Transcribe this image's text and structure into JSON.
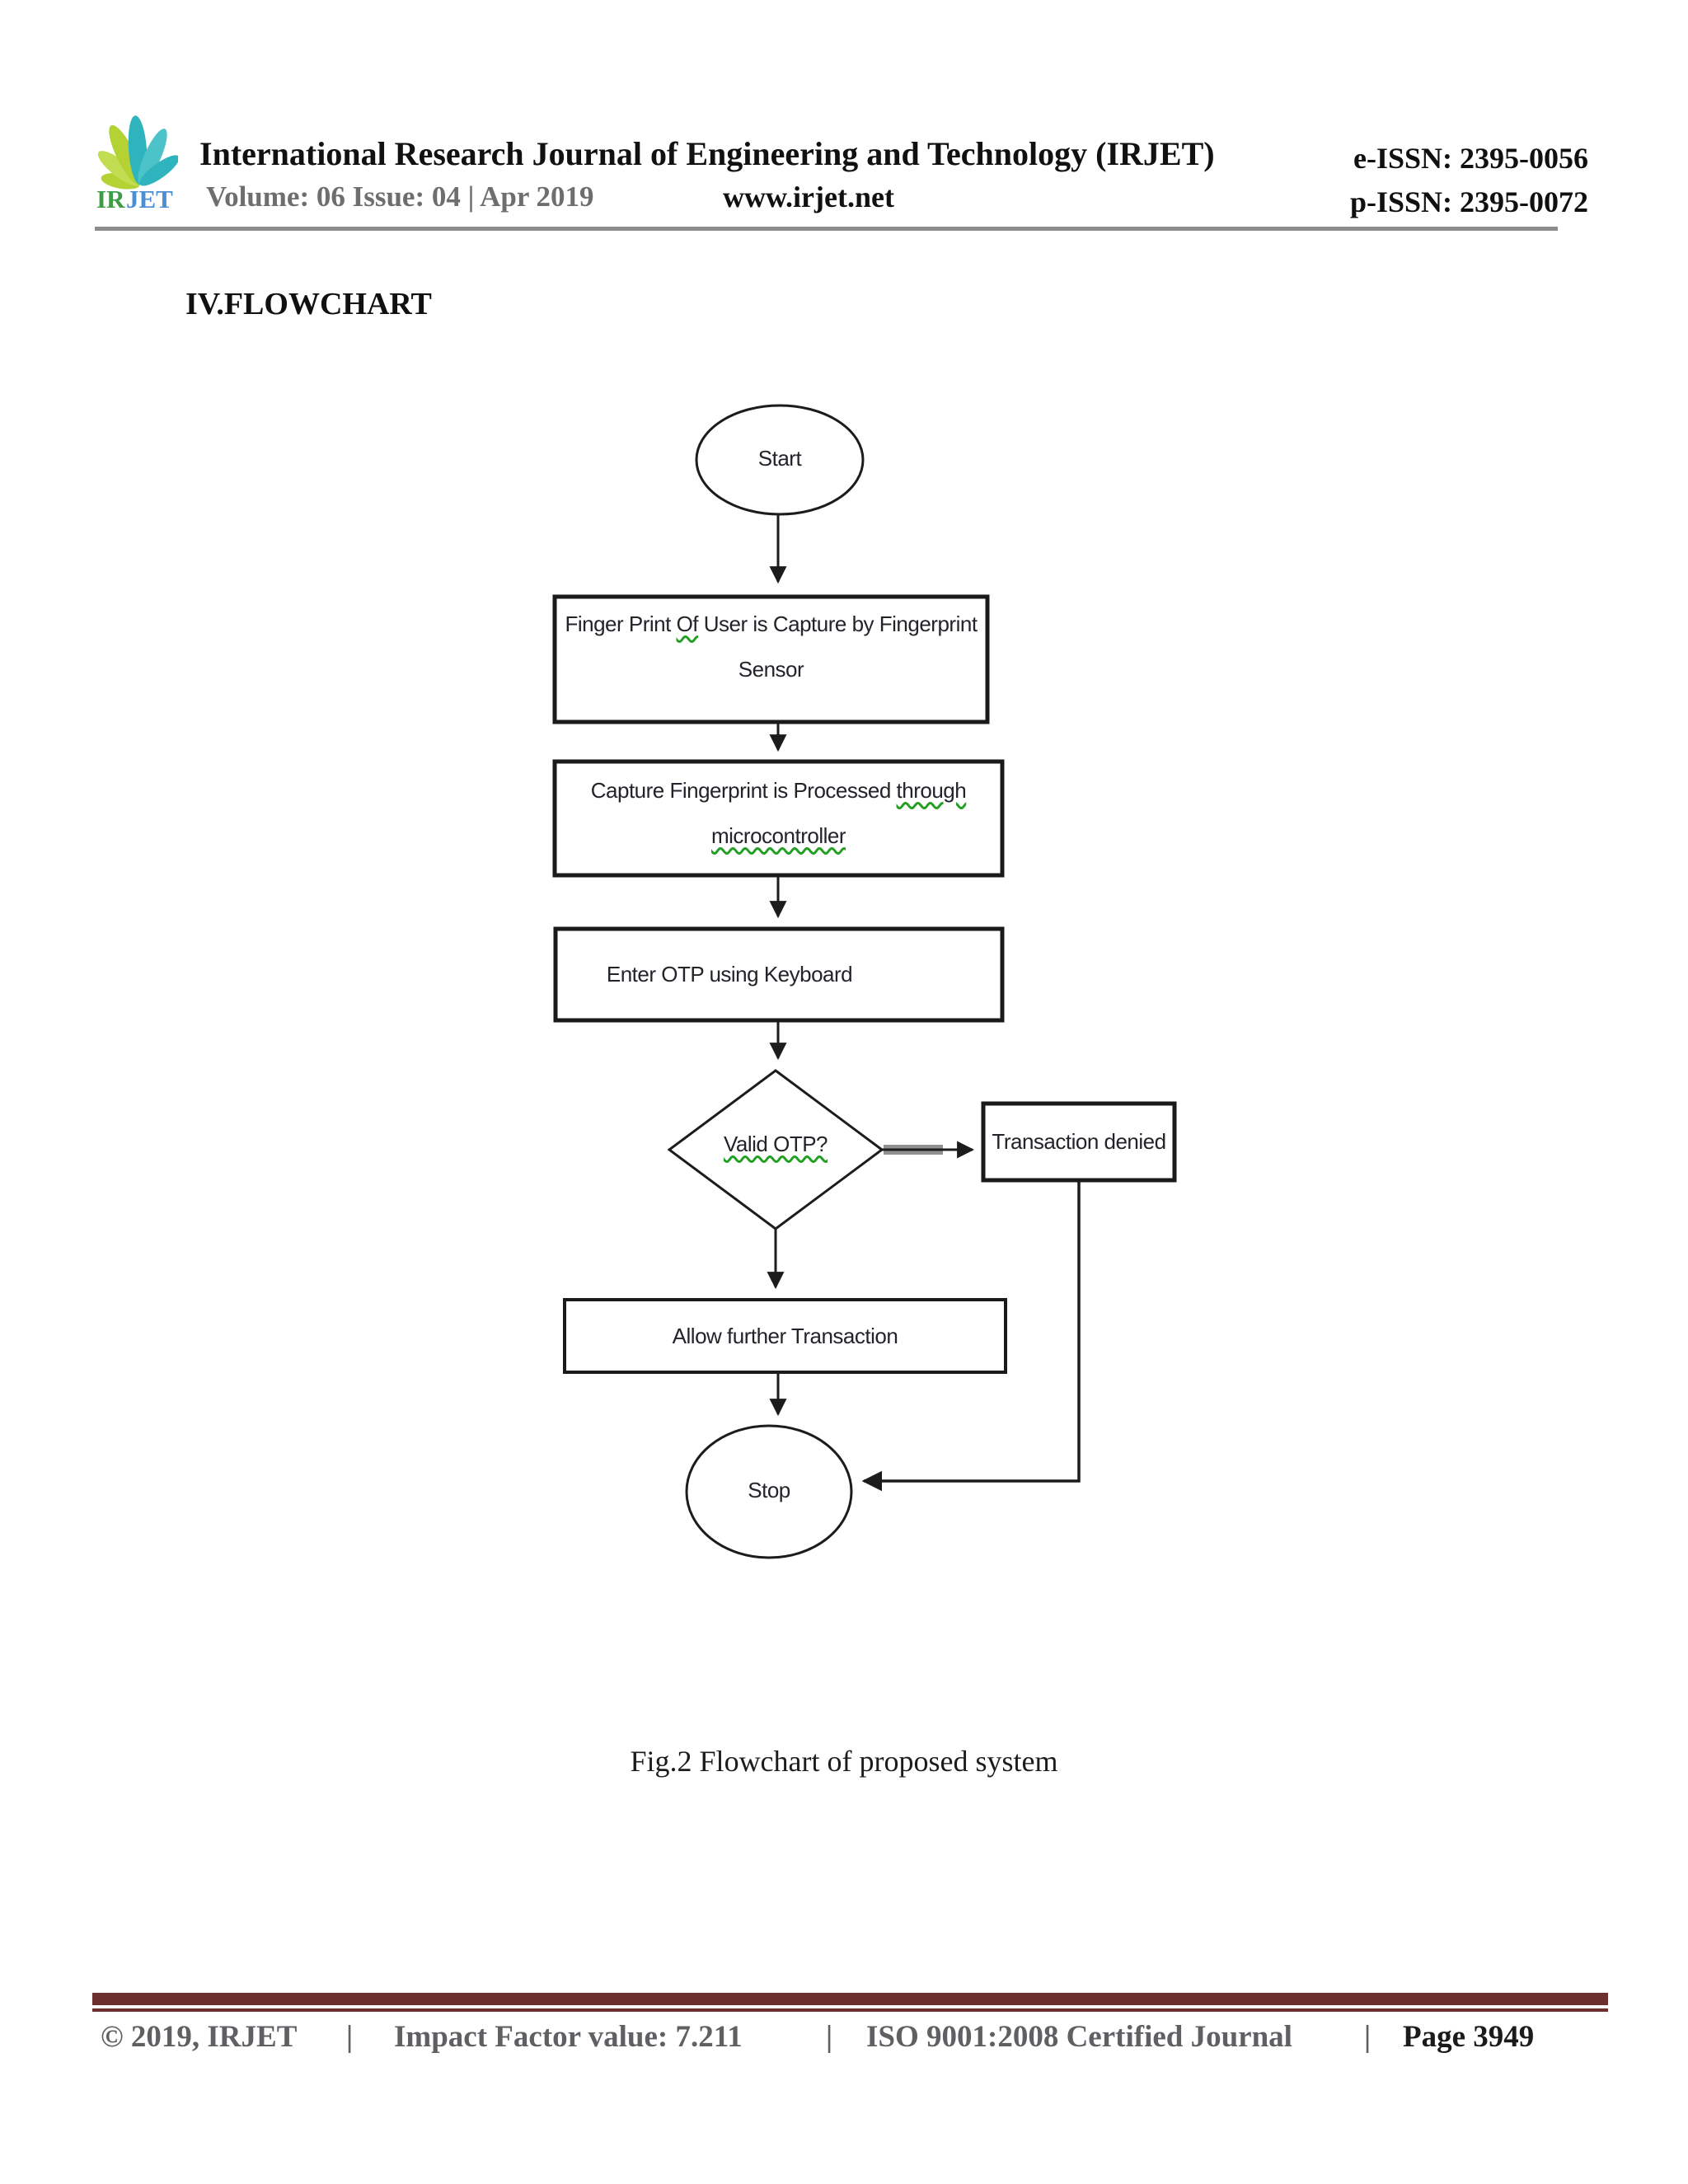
{
  "header": {
    "logo": {
      "ir": "IR",
      "jet": "JET",
      "ir_color": "#3d9c47",
      "jet_color": "#4a8fd3",
      "leaf_lime": "#b4d233",
      "leaf_lime2": "#c2dd52",
      "leaf_teal": "#2fb4bd",
      "leaf_teal2": "#4cc3c9"
    },
    "title": "International Research Journal of Engineering and Technology (IRJET)",
    "volume_line": "Volume: 06 Issue: 04 | Apr 2019",
    "website": "www.irjet.net",
    "e_issn": "e-ISSN: 2395-0056",
    "p_issn": "p-ISSN: 2395-0072"
  },
  "body": {
    "section_heading": "IV.FLOWCHART",
    "figure_caption": "Fig.2 Flowchart of proposed system"
  },
  "flowchart": {
    "start_label": "Start",
    "box1": {
      "pre": "Finger Print ",
      "misspelled": "Of",
      "post": " User is Capture by Fingerprint",
      "line2": "Sensor"
    },
    "box2": {
      "pre": "Capture Fingerprint is Processed ",
      "misspelled": "through",
      "line2_misspelled": "microcontroller"
    },
    "box3_label": "Enter OTP using Keyboard",
    "decision_label": "Valid OTP?",
    "denied_label": "Transaction denied",
    "allow_label": "Allow further Transaction",
    "stop_label": "Stop",
    "squiggle_color": "#23a024",
    "line_color": "#1c1c1c"
  },
  "footer": {
    "copyright": "© 2019, IRJET",
    "sep1": "|",
    "impact": "Impact Factor value: 7.211",
    "sep2": "|",
    "iso": "ISO 9001:2008 Certified Journal",
    "sep3": "|",
    "page": "Page 3949",
    "bar_color": "#6d2e2e"
  }
}
